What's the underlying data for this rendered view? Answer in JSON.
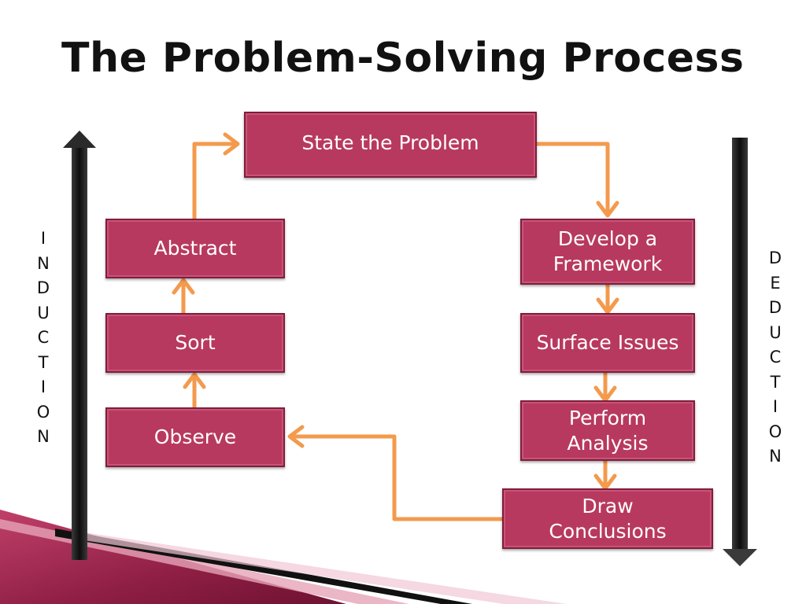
{
  "title": "The Problem-Solving Process",
  "boxes": {
    "state": "State the Problem",
    "abstract": "Abstract",
    "sort": "Sort",
    "observe": "Observe",
    "develop": "Develop a\nFramework",
    "surface": "Surface Issues",
    "perform": "Perform\nAnalysis",
    "draw": "Draw\nConclusions"
  },
  "side_labels": {
    "induction": "I\nN\nD\nU\nC\nT\nI\nO\nN",
    "deduction": "D\nE\nD\nU\nC\nT\nI\nO\nN"
  },
  "colors": {
    "box_fill": "#b8395f",
    "arrow": "#f39a4d",
    "bar": "#1a1a1a"
  }
}
